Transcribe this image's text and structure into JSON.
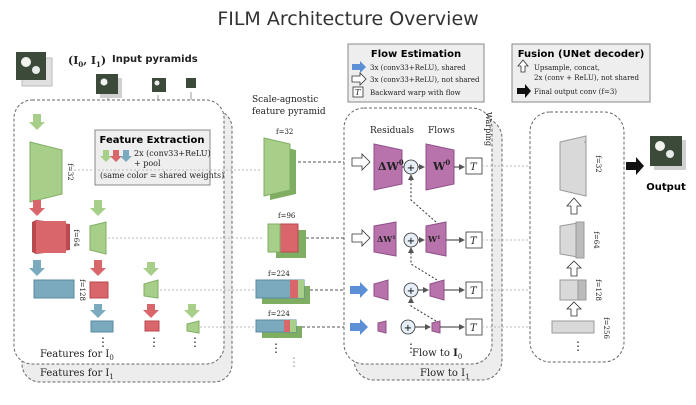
{
  "title": "FILM Architecture Overview",
  "input": {
    "label_math": "(I",
    "label": "(I0, I1)",
    "sub_label": "Input pyramids",
    "output_label": "Output"
  },
  "feature_extraction": {
    "title": "Feature Extraction",
    "line1": "2x (conv33+ReLU)",
    "line2": "+ pool",
    "line3": "(same color = shared weights)",
    "features_front": "Features for I0",
    "features_back": "Features for I1",
    "stage_labels": [
      "f=32",
      "f=64",
      "f=128"
    ]
  },
  "pyramid": {
    "title_line1": "Scale-agnostic",
    "title_line2": "feature pyramid",
    "labels": [
      "f=32",
      "f=96",
      "f=224",
      "f=224"
    ]
  },
  "flow_estimation": {
    "title": "Flow Estimation",
    "legend": [
      {
        "text": "3x (conv33+ReLU), shared",
        "color": "#5b8fd6"
      },
      {
        "text": "3x (conv33+ReLU), not shared",
        "color": "#ffffff"
      },
      {
        "text": "Backward warp with flow",
        "color": "#ffffff"
      }
    ],
    "col_residuals": "Residuals",
    "col_flows": "Flows",
    "col_warping": "Warping",
    "residual_top": "ΔW",
    "residual_sup": "0",
    "flow_top": "W",
    "flow_sup": "0",
    "residual_mid": "ΔW",
    "residual_mid_sup": "1",
    "flow_mid": "W",
    "flow_mid_sup": "1",
    "warp_symbol": "T",
    "flow_front": "Flow to I0",
    "flow_back": "Flow to I1",
    "plus": "+"
  },
  "fusion": {
    "title": "Fusion (UNet decoder)",
    "line1": "Upsample, concat,",
    "line2": "2x (conv + ReLU), not shared",
    "line3": "Final output conv (f=3)",
    "labels": [
      "f=32",
      "f=64",
      "f=128",
      "f=256"
    ]
  },
  "colors": {
    "green": "#a8cf8a",
    "green_dark": "#7fae63",
    "red": "#d9666b",
    "red_dark": "#b84a50",
    "blue": "#7ba9bd",
    "blue_dark": "#5a8aa0",
    "purple": "#b873ad",
    "purple_dark": "#8f4f85",
    "gray": "#d9d9d9",
    "gray_dark": "#b8b8b8",
    "arrow_blue": "#5b8fd6"
  }
}
